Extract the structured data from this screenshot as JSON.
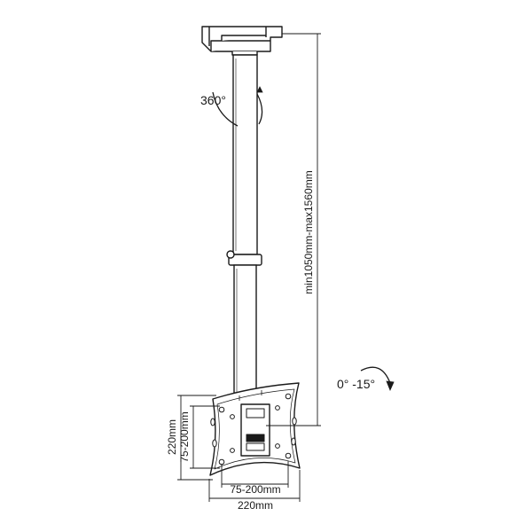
{
  "labels": {
    "rotation": "360°",
    "tilt": "0° -15°",
    "height_range": "min1050mm-max1560mm",
    "vesa_vertical": "75-200mm",
    "plate_height": "220mm",
    "vesa_horizontal": "75-200mm",
    "plate_width": "220mm"
  },
  "colors": {
    "line": "#1a1a1a",
    "background": "#ffffff"
  }
}
